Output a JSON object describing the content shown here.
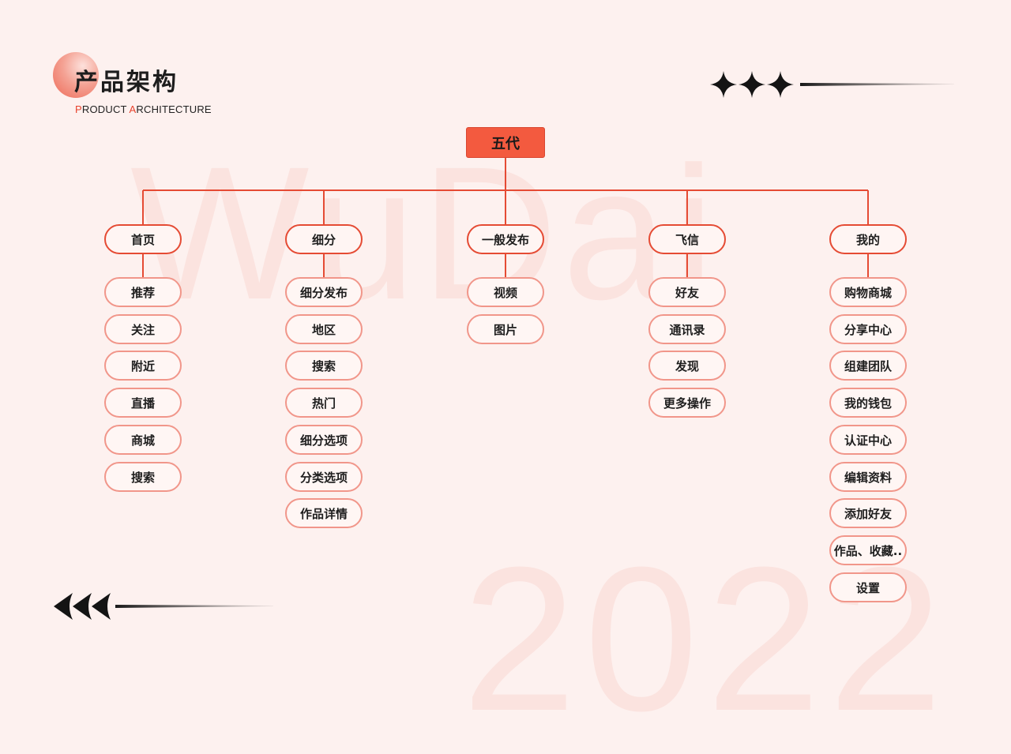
{
  "header": {
    "title": "产品架构",
    "subtitle_parts": [
      {
        "text": "P",
        "accent": true
      },
      {
        "text": "RODUCT ",
        "accent": false
      },
      {
        "text": "A",
        "accent": true
      },
      {
        "text": "RCHITECTURE",
        "accent": false
      }
    ]
  },
  "background": {
    "watermark_text": "WuDai",
    "watermark_year": "2022"
  },
  "colors": {
    "accent": "#e8432d",
    "root_fill": "#f35a3f",
    "category_border": "#e54b34",
    "leaf_border": "#f1968a",
    "connector": "#e54b34",
    "background": "#fdf1ef"
  },
  "tree": {
    "root": "五代",
    "categories": [
      {
        "label": "首页",
        "children": [
          "推荐",
          "关注",
          "附近",
          "直播",
          "商城",
          "搜索"
        ]
      },
      {
        "label": "细分",
        "children": [
          "细分发布",
          "地区",
          "搜索",
          "热门",
          "细分选项",
          "分类选项",
          "作品详情"
        ]
      },
      {
        "label": "一般发布",
        "children": [
          "视频",
          "图片"
        ]
      },
      {
        "label": "飞信",
        "children": [
          "好友",
          "通讯录",
          "发现",
          "更多操作"
        ]
      },
      {
        "label": "我的",
        "children": [
          "购物商城",
          "分享中心",
          "组建团队",
          "我的钱包",
          "认证中心",
          "编辑资料",
          "添加好友",
          "作品、收藏..",
          "设置"
        ]
      }
    ]
  },
  "decorations": {
    "top_right_icon": "four-point-star-icon",
    "bottom_left_icon": "left-arrowhead-icon"
  }
}
